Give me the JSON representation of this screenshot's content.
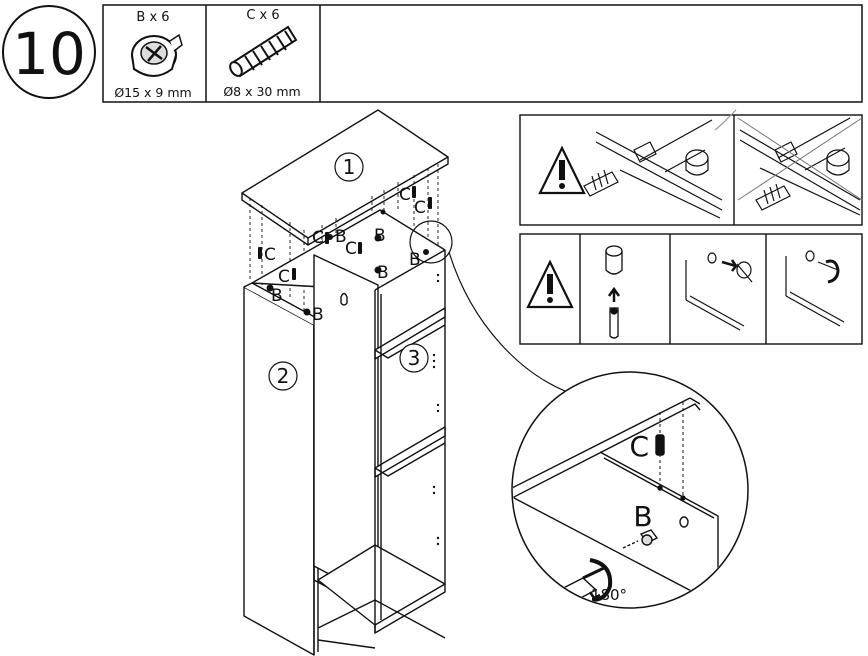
{
  "step": {
    "number": "10"
  },
  "parts": [
    {
      "id": "B",
      "qty_label": "B x 6",
      "dims": "Ø15 x 9 mm"
    },
    {
      "id": "C",
      "qty_label": "C x 6",
      "dims": "Ø8 x 30 mm"
    }
  ],
  "callouts": {
    "panel_top": "1",
    "panel_side": "2",
    "panel_shelf": "3",
    "letter_b": "B",
    "letter_c": "C"
  },
  "detail": {
    "rotation": "180°",
    "letter_b": "B",
    "letter_c": "C"
  },
  "warnings": {
    "check_icon": "checkmark-icon",
    "cross_icon": "cross-icon"
  }
}
